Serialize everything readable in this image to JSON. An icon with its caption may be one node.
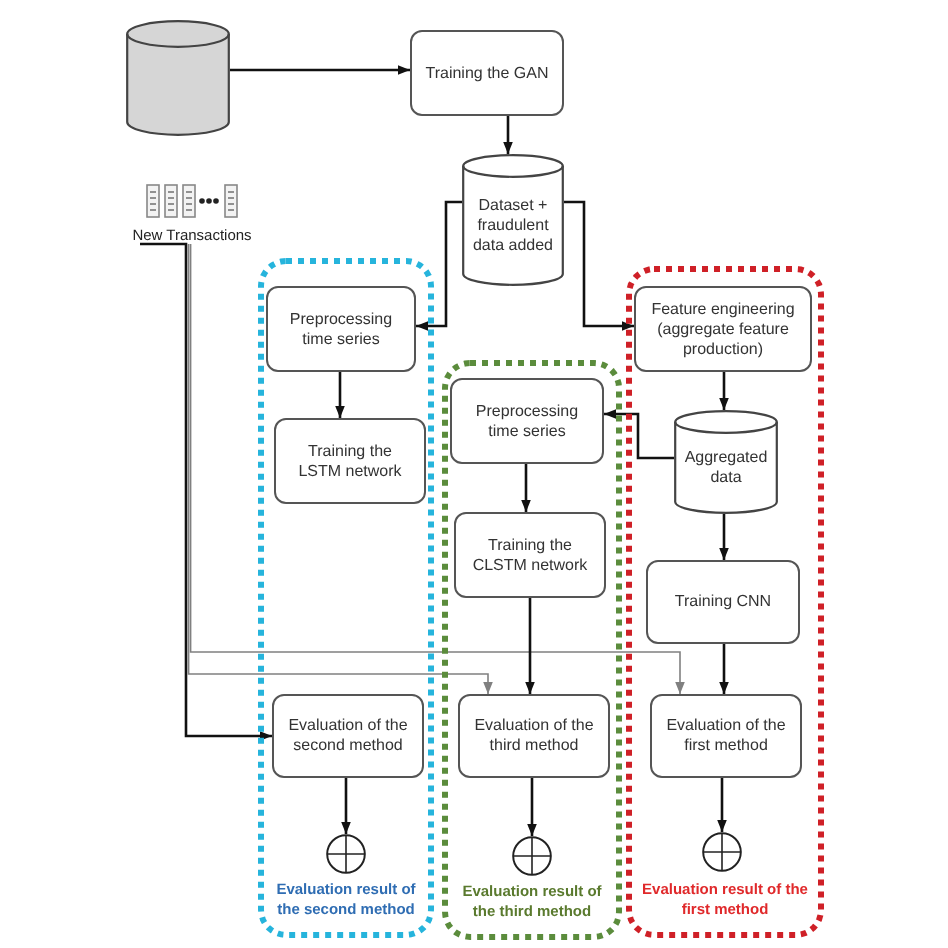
{
  "diagram": {
    "nodes": [
      {
        "text": [],
        "shape": "cylinder"
      },
      {
        "text": [
          "Training the GAN"
        ]
      },
      {
        "text": [
          "Dataset + fraudulent data added"
        ]
      },
      {
        "text": [
          "New Transactions"
        ]
      },
      {
        "text": [
          "Evaluation result of the second method"
        ]
      },
      {
        "text": [
          "Preprocessing time series"
        ],
        "in": 4
      },
      {
        "text": [
          "Training the LSTM network"
        ],
        "in": 4
      },
      {
        "text": [
          "Evaluation of the second method"
        ],
        "in": 4
      },
      {
        "text": [],
        "shape": "circle",
        "in": 4
      },
      {
        "text": [
          "Evaluation result of the third method"
        ]
      },
      {
        "text": [
          "Preprocessing time series"
        ],
        "in": 9
      },
      {
        "text": [
          "Training the CLSTM network"
        ],
        "in": 9
      },
      {
        "text": [
          "Evaluation of the third method"
        ],
        "in": 9
      },
      {
        "text": [],
        "shape": "circle",
        "in": 9
      },
      {
        "text": [
          "Evaluation result of the first method"
        ]
      },
      {
        "text": [
          "Feature engineering (aggregate feature production)"
        ],
        "in": 14
      },
      {
        "text": [
          "Aggregated data"
        ],
        "in": 14
      },
      {
        "text": [
          "Training CNN"
        ],
        "in": 14
      },
      {
        "text": [
          "Evaluation of the first method"
        ],
        "in": 14
      },
      {
        "text": [],
        "shape": "circle",
        "in": 14
      }
    ],
    "edges": [
      {
        "from": 0,
        "to": 1,
        "arrow": "to"
      },
      {
        "from": 1,
        "to": 2,
        "arrow": "to"
      },
      {
        "from": 2,
        "to": 5,
        "arrow": "to"
      },
      {
        "from": 2,
        "to": 15,
        "arrow": "to"
      },
      {
        "from": 15,
        "to": 16,
        "arrow": "to"
      },
      {
        "from": 16,
        "to": 10,
        "arrow": "to"
      },
      {
        "from": 5,
        "to": 6,
        "arrow": "to"
      },
      {
        "from": 10,
        "to": 11,
        "arrow": "to"
      },
      {
        "from": 16,
        "to": 17,
        "arrow": "to"
      },
      {
        "from": 11,
        "to": 12,
        "arrow": "to"
      },
      {
        "from": 17,
        "to": 18,
        "arrow": "to"
      },
      {
        "from": 3,
        "to": 7,
        "arrow": "to"
      },
      {
        "from": 3,
        "to": 18,
        "arrow": "to",
        "color": "#808080"
      },
      {
        "from": 3,
        "to": 12,
        "arrow": "to",
        "color": "#808080"
      },
      {
        "from": 7,
        "to": 8,
        "arrow": "to"
      },
      {
        "from": 12,
        "to": 13,
        "arrow": "to"
      },
      {
        "from": 18,
        "to": 19,
        "arrow": "to"
      }
    ]
  }
}
